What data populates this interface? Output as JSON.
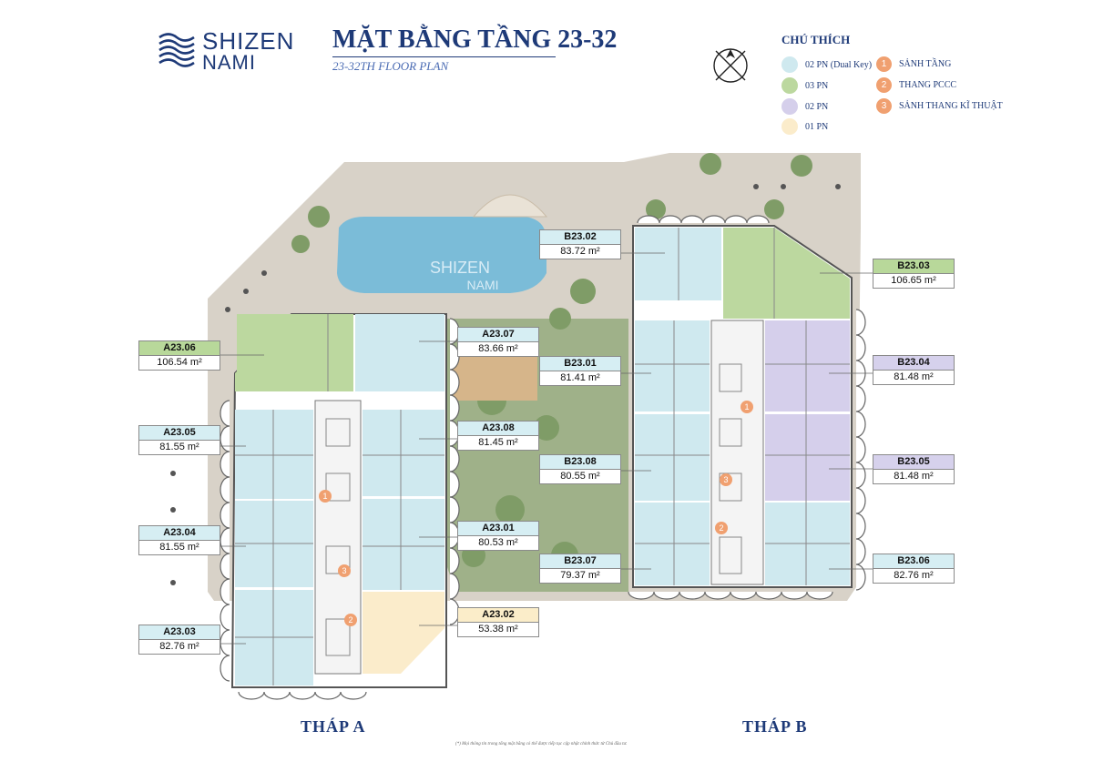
{
  "header": {
    "brand_line1": "SHIZEN",
    "brand_line2": "NAMI",
    "title": "MẶT BẰNG TẦNG 23-32",
    "subtitle": "23-32TH FLOOR PLAN"
  },
  "legend": {
    "title": "CHÚ THÍCH",
    "types": [
      {
        "label": "02 PN (Dual Key)",
        "color": "#cfe9ef"
      },
      {
        "label": "03 PN",
        "color": "#bcd89f"
      },
      {
        "label": "02 PN",
        "color": "#d5cfeb"
      },
      {
        "label": "01 PN",
        "color": "#fbeccb"
      }
    ],
    "facilities": [
      {
        "num": "1",
        "label": "SẢNH TẦNG"
      },
      {
        "num": "2",
        "label": "THANG PCCC"
      },
      {
        "num": "3",
        "label": "SẢNH THANG KĨ THUẬT"
      }
    ]
  },
  "units": {
    "A23_06": {
      "code": "A23.06",
      "area": "106.54 m²"
    },
    "A23_05": {
      "code": "A23.05",
      "area": "81.55 m²"
    },
    "A23_04": {
      "code": "A23.04",
      "area": "81.55 m²"
    },
    "A23_03": {
      "code": "A23.03",
      "area": "82.76 m²"
    },
    "A23_07": {
      "code": "A23.07",
      "area": "83.66 m²"
    },
    "A23_08": {
      "code": "A23.08",
      "area": "81.45 m²"
    },
    "A23_01": {
      "code": "A23.01",
      "area": "80.53 m²"
    },
    "A23_02": {
      "code": "A23.02",
      "area": "53.38 m²"
    },
    "B23_02": {
      "code": "B23.02",
      "area": "83.72 m²"
    },
    "B23_01": {
      "code": "B23.01",
      "area": "81.41 m²"
    },
    "B23_08": {
      "code": "B23.08",
      "area": "80.55 m²"
    },
    "B23_07": {
      "code": "B23.07",
      "area": "79.37 m²"
    },
    "B23_03": {
      "code": "B23.03",
      "area": "106.65 m²"
    },
    "B23_04": {
      "code": "B23.04",
      "area": "81.48 m²"
    },
    "B23_05": {
      "code": "B23.05",
      "area": "81.48 m²"
    },
    "B23_06": {
      "code": "B23.06",
      "area": "82.76 m²"
    }
  },
  "plan": {
    "pool_text_line1": "SHIZEN",
    "pool_text_line2": "NAMI",
    "marker_1": "1",
    "marker_2": "2",
    "marker_3": "3"
  },
  "towers": {
    "a": "THÁP A",
    "b": "THÁP B"
  },
  "footnote": "(*) Mọi thông tin trong tổng mặt bằng có thể được tiếp tục cập nhật chính thức từ Chủ đầu tư."
}
